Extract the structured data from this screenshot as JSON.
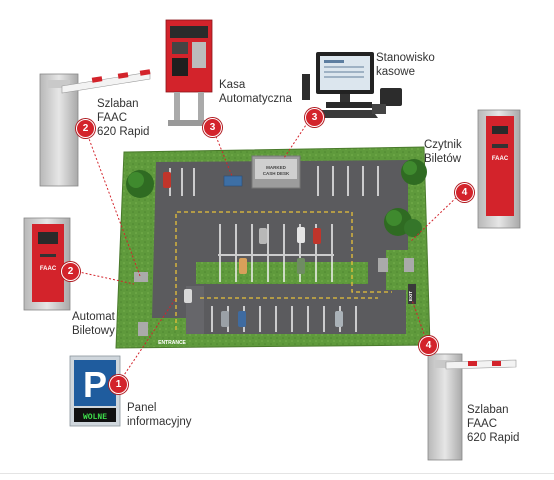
{
  "labels": {
    "barrier_top": [
      "Szlaban",
      "FAAC",
      "620 Rapid"
    ],
    "pay_station": [
      "Kasa",
      "Automatyczna"
    ],
    "cashier": [
      "Stanowisko",
      "kasowe"
    ],
    "reader": [
      "Czytnik",
      "Biletów"
    ],
    "ticket_machine": [
      "Automat",
      "Biletowy"
    ],
    "info_panel": [
      "Panel",
      "informacyjny"
    ],
    "barrier_bottom": [
      "Szlaban",
      "FAAC",
      "620 Rapid"
    ]
  },
  "badges": {
    "barrier_top": "2",
    "pay_station": "3",
    "cashier": "3",
    "reader": "4",
    "ticket_machine": "2",
    "info_panel": "1",
    "barrier_bottom": "4"
  },
  "lot_text": {
    "building": [
      "MARKED",
      "CASH DESK"
    ],
    "entrance": "ENTRANCE",
    "exit": "EXIT"
  },
  "device_text": {
    "faac_logo": "FAAC",
    "panel_letter": "P",
    "panel_display": "WOLNE"
  },
  "colors": {
    "accent_red": "#d3232b",
    "grass": "#5f9a3c",
    "asphalt": "#5b5b5e",
    "panel_blue": "#1f5c9e"
  }
}
